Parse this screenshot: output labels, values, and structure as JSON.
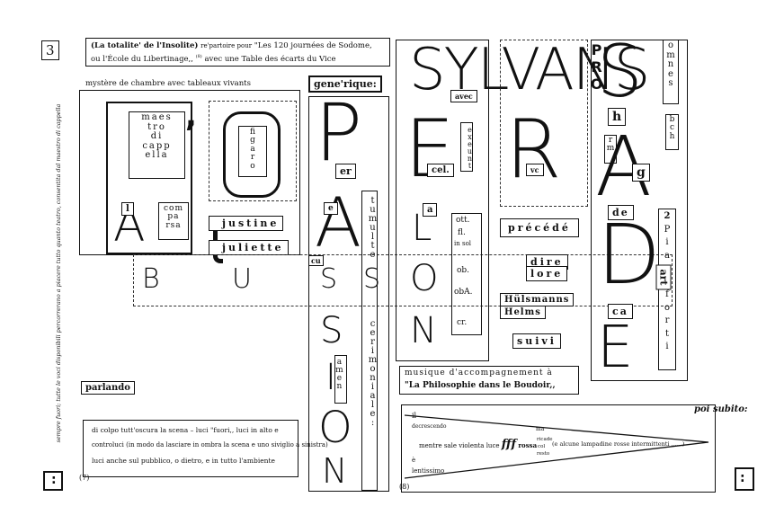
{
  "page_number": "3",
  "header": {
    "line1_a": "(La totalite' de l'Insolite)",
    "line1_b": "re'partoire pour",
    "line1_c": "\"Les 120 journées de Sodome,",
    "line2_a": "ou l'École du Libertinage,,",
    "line2_mark": "(8)",
    "line2_b": "avec une Table des écarts du Vice"
  },
  "mystere": "mystère de chambre avec tableaux vivants",
  "generique": "gene'rique:",
  "opera": {
    "big_L": "L",
    "big_A": "A",
    "big_O": "O",
    "big_P": "P",
    "big_E": "E",
    "big_R": "R",
    "comma": ",",
    "maestro": [
      "maes",
      "tro",
      "di",
      "capp",
      "ella"
    ],
    "figaro": [
      "fi",
      "g",
      "a",
      "r",
      "o"
    ],
    "l_box": "l",
    "comparsa": [
      "com",
      "pa",
      "rsa"
    ],
    "justine": "justine",
    "juliette": "juliette",
    "er": "er",
    "e_small": "e",
    "tumulte": "tumulte",
    "cu": "cu",
    "cerimoniale": "cerimoniale:",
    "amen": "amen",
    "bussion": [
      "B",
      "U",
      "S",
      "S"
    ],
    "passion_letters": [
      "S",
      "I",
      "O",
      "N"
    ]
  },
  "sylvans": {
    "title": "SYLVANS",
    "pro": "PRO",
    "avec": "avec",
    "cel": "cel.",
    "exeunt": "exeunt",
    "vc": "vc",
    "a_small": "a",
    "ott": "ott.",
    "fl": "fl.",
    "in_sol": "in sol",
    "ob": "ob.",
    "obA": "obA.",
    "cr": "cr.",
    "big_letters": [
      "P",
      "E",
      "R",
      "A",
      "L",
      "O",
      "N"
    ]
  },
  "precede": "précédé",
  "dire": "dire",
  "lore": "lore",
  "hulsmanns": "Hülsmanns",
  "helms": "Helms",
  "suivi": "suivi",
  "sade": {
    "omnes": [
      "o",
      "m",
      "n",
      "e",
      "s"
    ],
    "h": "h",
    "bch": [
      "b",
      "c",
      "h"
    ],
    "rm": [
      "r",
      "m"
    ],
    "g": "g",
    "big_S": "S",
    "big_A": "A",
    "big_D": "D",
    "big_E": "E",
    "de": "de",
    "art": "art",
    "ca": "ca",
    "pianoforti": [
      "2",
      "P",
      "i",
      "a",
      "n",
      "o",
      "f",
      "o",
      "r",
      "t",
      "i"
    ]
  },
  "musique_line1": "musique d'accompagnement à",
  "musique_line2": "\"La Philosophie dans le Boudoir,,",
  "parlando": "parlando",
  "side_text": "sempre fuori; tutte le voci disponibili percorrerano a piacere tutto quanto teatro, consentita dal maestro di cappella",
  "bottom_left": {
    "line1": "di colpo tutt'oscura la scena – luci \"fuori,, luci in alto e",
    "line2": "controluci (in modo da lasciare in ombra la scena e uno siviglio a sinistra)",
    "line3": "luci anche sul pubblico, o dietro, e in tutto l'ambiente",
    "mark": "(7)"
  },
  "poi_subito": "poi subito:",
  "bottom_right": {
    "il": "il",
    "decrescendo": "decrescendo",
    "mentre": "mentre sale violenta luce",
    "fff": "fff",
    "rossa": "rossa",
    "ma": "ma",
    "ricade": "ricade",
    "col": "col",
    "resto": "resto",
    "e_alcune": "(e alcune lampadine rosse intermittenti ......)",
    "e_small": "è",
    "lentissimo": "lentissimo",
    "mark": "(8)"
  }
}
